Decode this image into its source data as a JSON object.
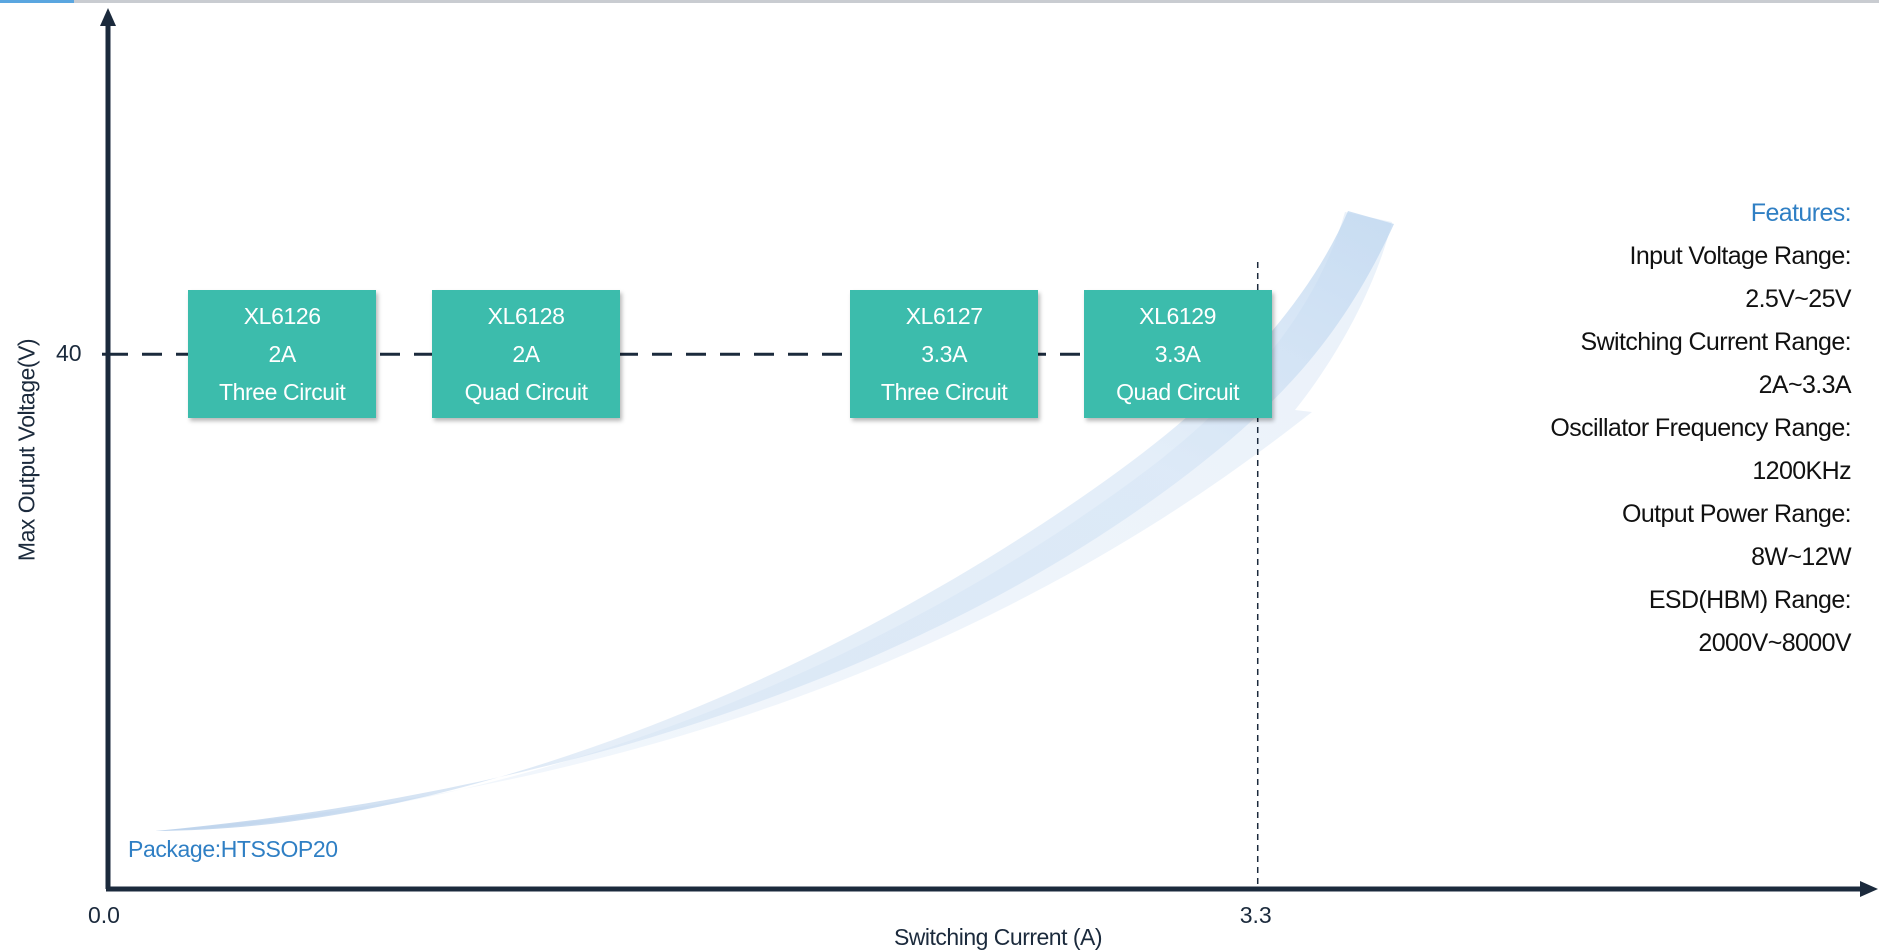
{
  "chart_data": {
    "type": "scatter",
    "xlabel": "Switching Current (A)",
    "ylabel": "Max Output Voltage(V)",
    "x_ticks": [
      "0.0",
      "3.3"
    ],
    "y_ticks": [
      "40"
    ],
    "xlim": [
      0,
      5.0
    ],
    "ylim": [
      0,
      65
    ],
    "reference_lines": [
      {
        "orientation": "horizontal",
        "y": 40,
        "style": "dashed"
      },
      {
        "orientation": "vertical",
        "x": 3.3,
        "style": "dashed"
      }
    ],
    "products": [
      {
        "name": "XL6126",
        "current": "2A",
        "circuit": "Three Circuit",
        "x": 0.5,
        "y": 40
      },
      {
        "name": "XL6128",
        "current": "2A",
        "circuit": "Quad Circuit",
        "x": 1.2,
        "y": 40
      },
      {
        "name": "XL6127",
        "current": "3.3A",
        "circuit": "Three Circuit",
        "x": 2.4,
        "y": 40
      },
      {
        "name": "XL6129",
        "current": "3.3A",
        "circuit": "Quad Circuit",
        "x": 3.07,
        "y": 40
      }
    ],
    "annotation": "Package:HTSSOP20"
  },
  "features": {
    "heading": "Features:",
    "lines": [
      "Input Voltage Range:",
      "2.5V~25V",
      "Switching Current Range:",
      "2A~3.3A",
      "Oscillator Frequency Range:",
      "1200KHz",
      "Output Power Range:",
      "8W~12W",
      "ESD(HBM) Range:",
      "2000V~8000V"
    ]
  },
  "colors": {
    "axis": "#1b2a3c",
    "chip": "#3cbcac",
    "accent_text": "#2f7fc4",
    "swoosh": "#c9ddf2"
  }
}
